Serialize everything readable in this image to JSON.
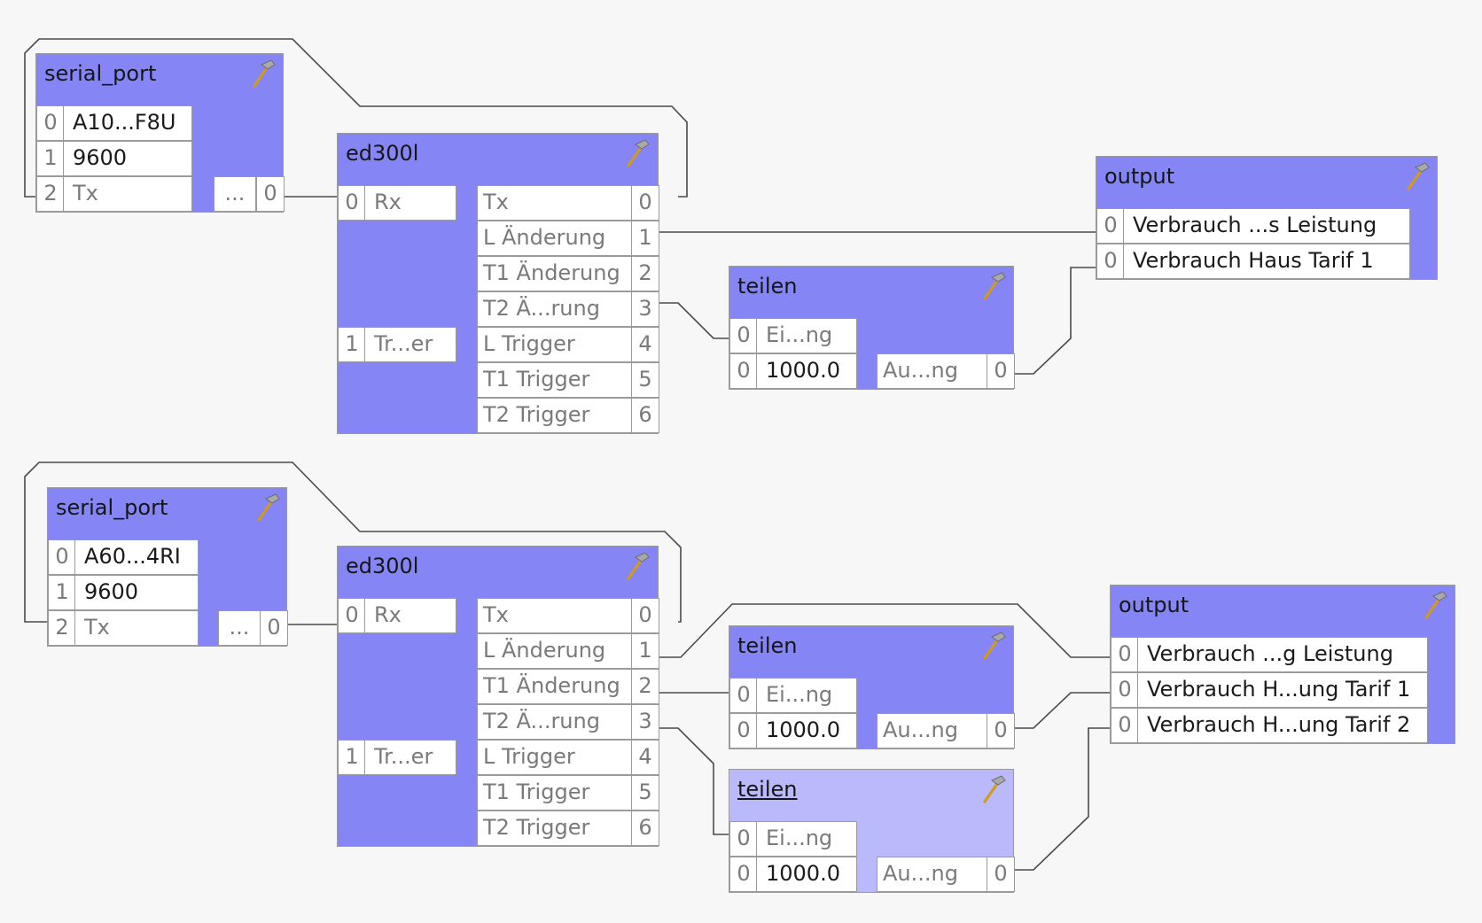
{
  "colors": {
    "node": "#8585f6",
    "node_active": "#b9b9fb",
    "cell": "#ffffff",
    "wire": "#4a4a4a"
  },
  "groups": [
    {
      "serial_port": {
        "title": "serial_port",
        "inputs": [
          {
            "index": "0",
            "value": "A10...F8U"
          },
          {
            "index": "1",
            "value": "9600"
          },
          {
            "index": "2",
            "value": "Tx"
          }
        ],
        "output": {
          "label": "...",
          "index": "0"
        }
      },
      "ed300l": {
        "title": "ed300l",
        "inputs": [
          {
            "index": "0",
            "label": "Rx"
          },
          {
            "index": "1",
            "label": "Tr...er"
          }
        ],
        "outputs": [
          {
            "label": "Tx",
            "index": "0"
          },
          {
            "label": "L Änderung",
            "index": "1"
          },
          {
            "label": "T1 Änderung",
            "index": "2"
          },
          {
            "label": "T2 Ä...rung",
            "index": "3"
          },
          {
            "label": "L Trigger",
            "index": "4"
          },
          {
            "label": "T1 Trigger",
            "index": "5"
          },
          {
            "label": "T2 Trigger",
            "index": "6"
          }
        ]
      },
      "teilen": [
        {
          "title": "teilen",
          "inputs": [
            {
              "index": "0",
              "label": "Ei...ng"
            },
            {
              "index": "0",
              "value": "1000.0"
            }
          ],
          "output": {
            "label": "Au...ng",
            "index": "0"
          }
        }
      ],
      "output": {
        "title": "output",
        "inputs": [
          {
            "index": "0",
            "label": "Verbrauch ...s Leistung"
          },
          {
            "index": "0",
            "label": "Verbrauch Haus Tarif 1"
          }
        ]
      }
    },
    {
      "serial_port": {
        "title": "serial_port",
        "inputs": [
          {
            "index": "0",
            "value": "A60...4RI"
          },
          {
            "index": "1",
            "value": "9600"
          },
          {
            "index": "2",
            "value": "Tx"
          }
        ],
        "output": {
          "label": "...",
          "index": "0"
        }
      },
      "ed300l": {
        "title": "ed300l",
        "inputs": [
          {
            "index": "0",
            "label": "Rx"
          },
          {
            "index": "1",
            "label": "Tr...er"
          }
        ],
        "outputs": [
          {
            "label": "Tx",
            "index": "0"
          },
          {
            "label": "L Änderung",
            "index": "1"
          },
          {
            "label": "T1 Änderung",
            "index": "2"
          },
          {
            "label": "T2 Ä...rung",
            "index": "3"
          },
          {
            "label": "L Trigger",
            "index": "4"
          },
          {
            "label": "T1 Trigger",
            "index": "5"
          },
          {
            "label": "T2 Trigger",
            "index": "6"
          }
        ]
      },
      "teilen": [
        {
          "title": "teilen",
          "inputs": [
            {
              "index": "0",
              "label": "Ei...ng"
            },
            {
              "index": "0",
              "value": "1000.0"
            }
          ],
          "output": {
            "label": "Au...ng",
            "index": "0"
          }
        },
        {
          "title": "teilen",
          "selected": true,
          "inputs": [
            {
              "index": "0",
              "label": "Ei...ng"
            },
            {
              "index": "0",
              "value": "1000.0"
            }
          ],
          "output": {
            "label": "Au...ng",
            "index": "0"
          }
        }
      ],
      "output": {
        "title": "output",
        "inputs": [
          {
            "index": "0",
            "label": "Verbrauch ...g Leistung"
          },
          {
            "index": "0",
            "label": "Verbrauch H...ung Tarif 1"
          },
          {
            "index": "0",
            "label": "Verbrauch H...ung Tarif 2"
          }
        ]
      }
    }
  ]
}
